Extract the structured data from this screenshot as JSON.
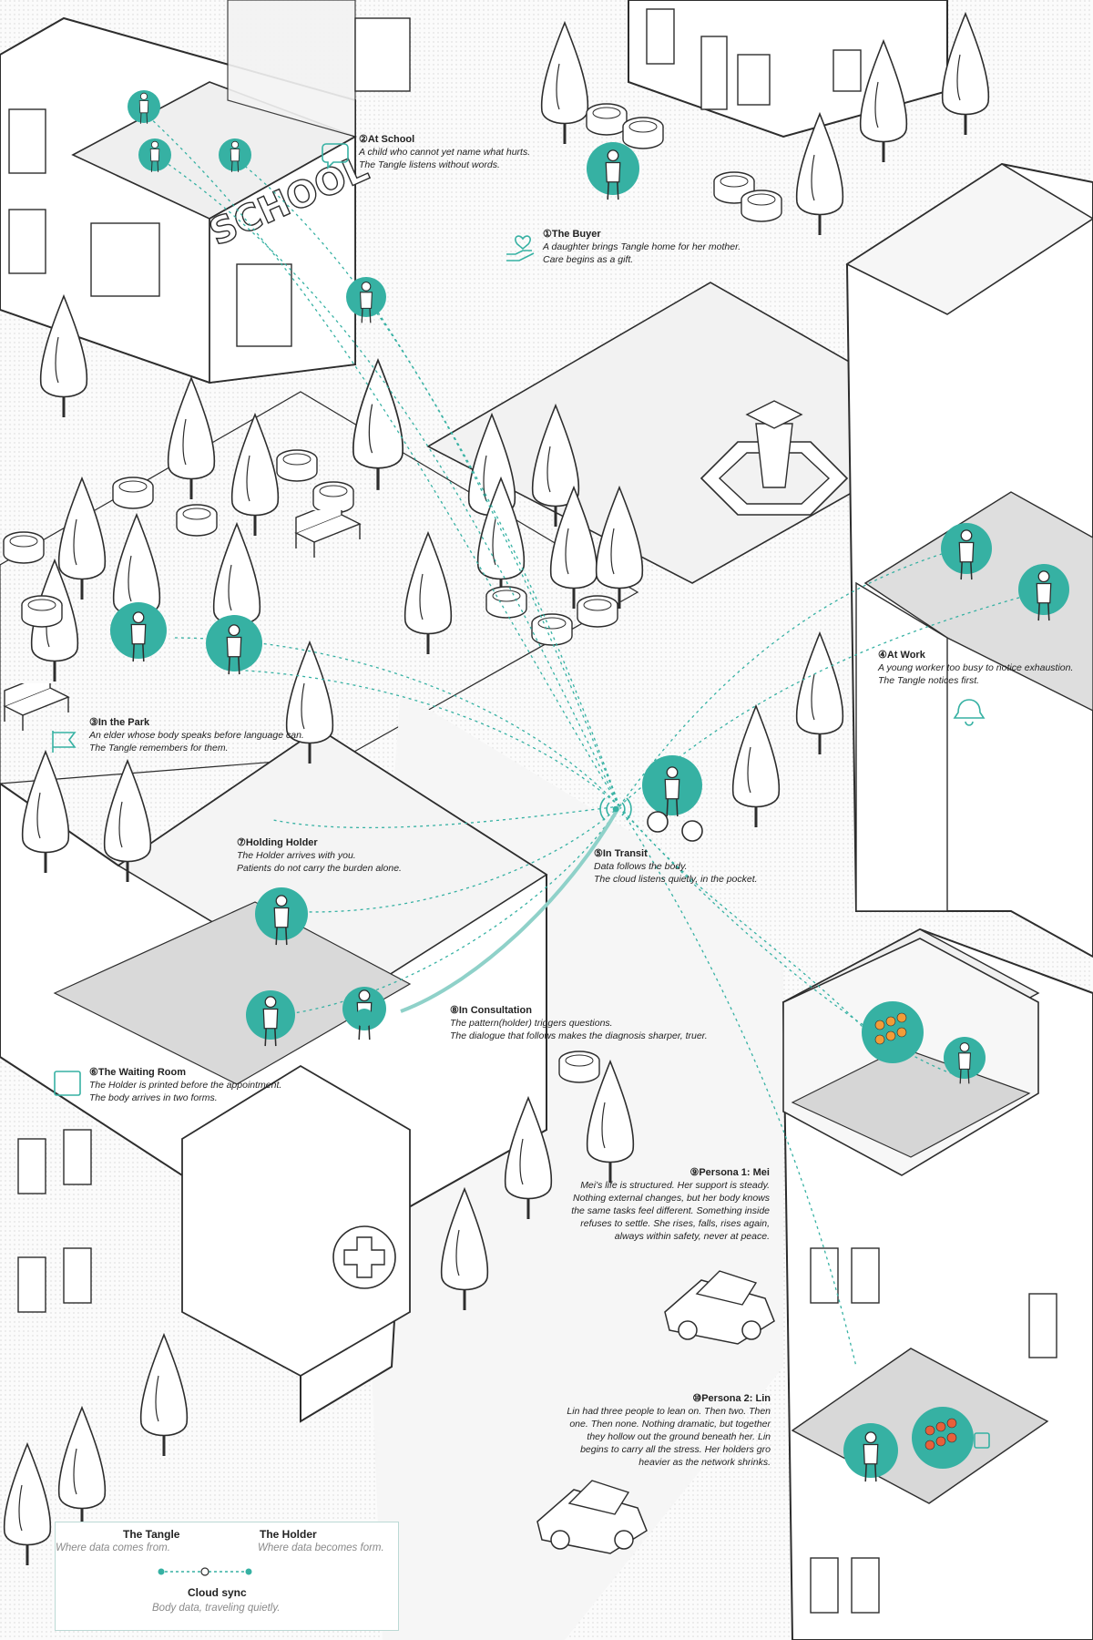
{
  "colors": {
    "accent": "#36b1a3",
    "line": "#2d2d2d",
    "ground": "#eeeeee",
    "dotted": "#e6e6e6"
  },
  "signage": {
    "school": "SCHOOL"
  },
  "annotations": [
    {
      "id": "at-school",
      "title": "②At School",
      "lines": [
        "A child who cannot yet name what hurts.",
        "The Tangle listens without words."
      ],
      "icon": "chat-bubble-icon"
    },
    {
      "id": "the-buyer",
      "title": "①The Buyer",
      "lines": [
        "A daughter brings Tangle home for her mother.",
        "Care begins as a gift."
      ],
      "icon": "hand-heart-icon"
    },
    {
      "id": "in-the-park",
      "title": "③In the Park",
      "lines": [
        "An elder whose body speaks before language can.",
        "The Tangle remembers for them."
      ],
      "icon": "flag-icon"
    },
    {
      "id": "at-work",
      "title": "④At Work",
      "lines": [
        "A young worker too busy to notice exhaustion.",
        "The Tangle notices first."
      ],
      "icon": "bell-icon"
    },
    {
      "id": "in-transit",
      "title": "⑤In Transit",
      "lines": [
        "Data follows the body.",
        "The cloud listens quietly, in the pocket."
      ],
      "icon": "wifi-signal-icon"
    },
    {
      "id": "holding-holder",
      "title": "⑦Holding Holder",
      "lines": [
        "The Holder arrives with you.",
        "Patients do not carry the burden alone."
      ],
      "icon": ""
    },
    {
      "id": "in-consultation",
      "title": "⑧In Consultation",
      "lines": [
        "The pattern(holder) triggers questions.",
        "The dialogue that follows makes the diagnosis sharper, truer."
      ],
      "icon": ""
    },
    {
      "id": "waiting-room",
      "title": "⑥The Waiting Room",
      "lines": [
        "The Holder is printed before the appointment.",
        "The body arrives in two forms."
      ],
      "icon": "monitor-icon"
    },
    {
      "id": "persona-mei",
      "title": "⑨Persona 1: Mei",
      "lines": [
        "Mei's life is structured. Her support is steady.",
        "Nothing external changes, but her body knows",
        "the same tasks feel different. Something inside",
        "refuses to settle. She rises, falls, rises again,",
        "always within safety, never at peace."
      ],
      "icon": ""
    },
    {
      "id": "persona-lin",
      "title": "⑩Persona 2: Lin",
      "lines": [
        "Lin had three people to lean on. Then two. Then",
        "one. Then none. Nothing dramatic, but together",
        "they hollow out the ground beneath her. Lin",
        "begins to carry all the stress. Her holders gro",
        "heavier as the network shrinks."
      ],
      "icon": ""
    }
  ],
  "legend": {
    "tangle_title": "The Tangle",
    "tangle_desc": "Where data comes from.",
    "holder_title": "The Holder",
    "holder_desc": "Where data becomes form.",
    "cloud_title": "Cloud sync",
    "cloud_desc": "Body data, traveling quietly."
  }
}
